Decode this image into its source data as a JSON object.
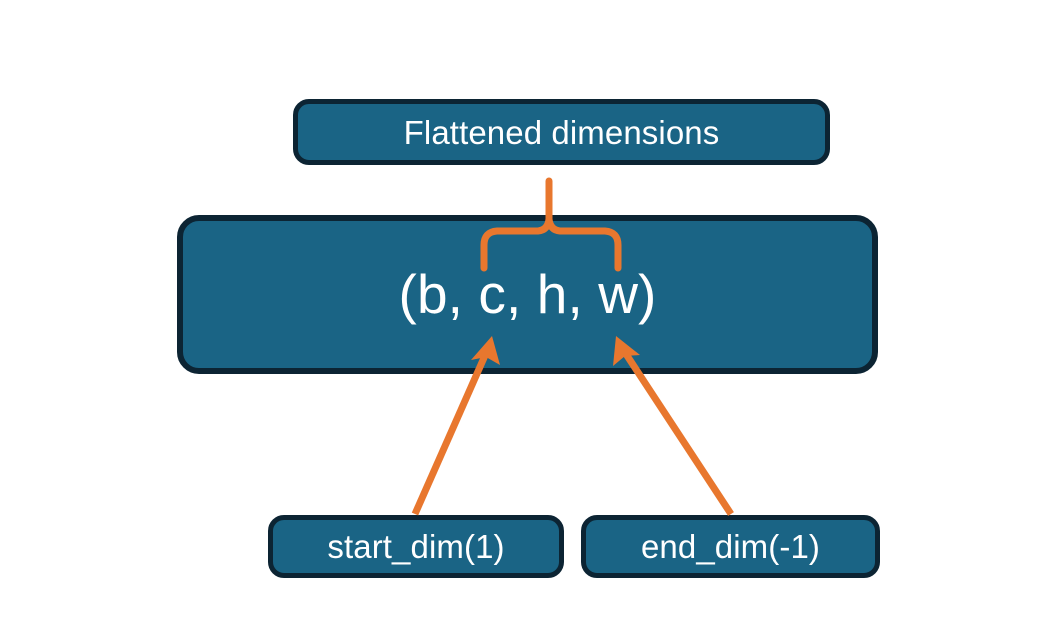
{
  "diagram": {
    "title_node": {
      "label": "Flattened dimensions"
    },
    "shape_node": {
      "label": "(b, c, h, w)"
    },
    "start_dim_node": {
      "label": "start_dim(1)"
    },
    "end_dim_node": {
      "label": "end_dim(-1)"
    }
  },
  "colors": {
    "node_fill": "#1A6485",
    "node_border": "#0C2433",
    "node_text": "#FFFFFF",
    "accent_orange": "#E8772E",
    "background": "#FFFFFF"
  },
  "connectors": {
    "brace": {
      "name": "flattened-dimensions-brace",
      "spans_label": "c, h, w",
      "points_to": "Flattened dimensions"
    },
    "start_dim_arrow": {
      "name": "start-dim-arrow",
      "from": "start_dim(1)",
      "to": "c"
    },
    "end_dim_arrow": {
      "name": "end-dim-arrow",
      "from": "end_dim(-1)",
      "to": "w"
    }
  }
}
